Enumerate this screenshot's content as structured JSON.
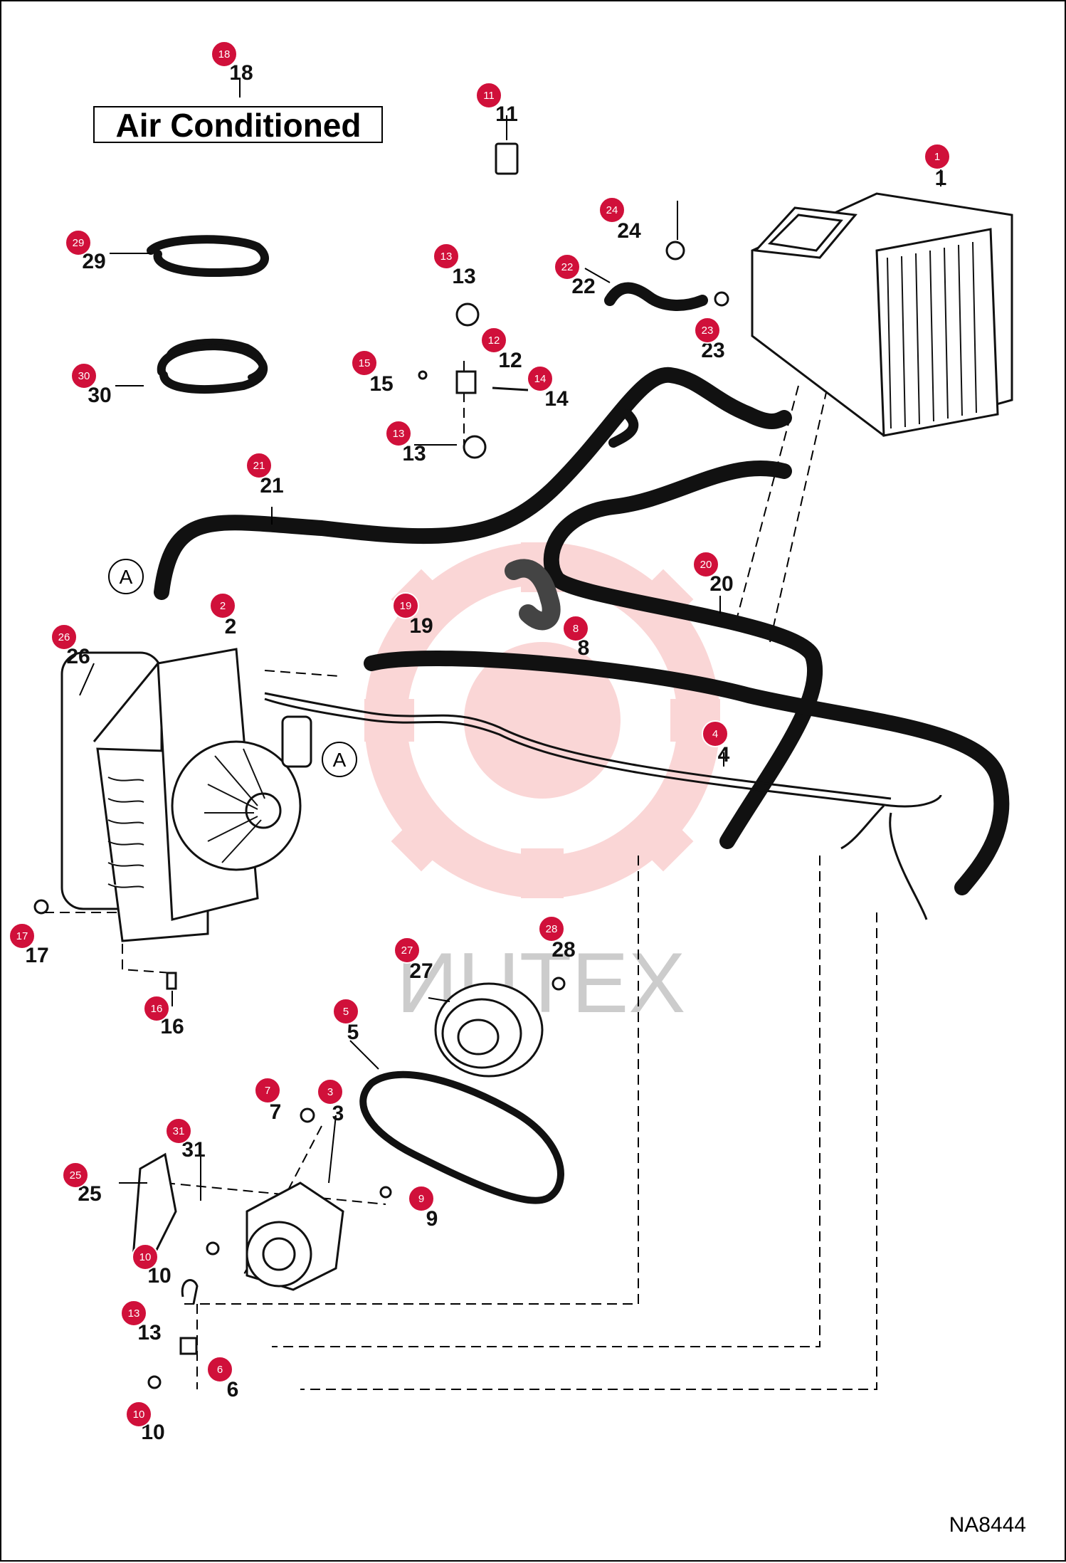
{
  "title": "Air Conditioned",
  "drawing_code": "NA8444",
  "watermark": "ИUTEX",
  "ref_callouts": [
    "A",
    "A"
  ],
  "callouts": [
    {
      "id": "c18",
      "badge": "18",
      "label": "18"
    },
    {
      "id": "c11",
      "badge": "11",
      "label": "11"
    },
    {
      "id": "c1",
      "badge": "1",
      "label": "1"
    },
    {
      "id": "c24",
      "badge": "24",
      "label": "24"
    },
    {
      "id": "c29",
      "badge": "29",
      "label": "29"
    },
    {
      "id": "c13a",
      "badge": "13",
      "label": "13"
    },
    {
      "id": "c22",
      "badge": "22",
      "label": "22"
    },
    {
      "id": "c23",
      "badge": "23",
      "label": "23"
    },
    {
      "id": "c12",
      "badge": "12",
      "label": "12"
    },
    {
      "id": "c30",
      "badge": "30",
      "label": "30"
    },
    {
      "id": "c15",
      "badge": "15",
      "label": "15"
    },
    {
      "id": "c14",
      "badge": "14",
      "label": "14"
    },
    {
      "id": "c13b",
      "badge": "13",
      "label": "13"
    },
    {
      "id": "c21",
      "badge": "21",
      "label": "21"
    },
    {
      "id": "c20",
      "badge": "20",
      "label": "20"
    },
    {
      "id": "c2",
      "badge": "2",
      "label": "2"
    },
    {
      "id": "c19",
      "badge": "19",
      "label": "19"
    },
    {
      "id": "c26",
      "badge": "26",
      "label": "26"
    },
    {
      "id": "c8",
      "badge": "8",
      "label": "8"
    },
    {
      "id": "c4",
      "badge": "4",
      "label": "4"
    },
    {
      "id": "c17",
      "badge": "17",
      "label": "17"
    },
    {
      "id": "c28",
      "badge": "28",
      "label": "28"
    },
    {
      "id": "c27",
      "badge": "27",
      "label": "27"
    },
    {
      "id": "c16",
      "badge": "16",
      "label": "16"
    },
    {
      "id": "c5",
      "badge": "5",
      "label": "5"
    },
    {
      "id": "c7",
      "badge": "7",
      "label": "7"
    },
    {
      "id": "c3",
      "badge": "3",
      "label": "3"
    },
    {
      "id": "c31",
      "badge": "31",
      "label": "31"
    },
    {
      "id": "c25",
      "badge": "25",
      "label": "25"
    },
    {
      "id": "c9",
      "badge": "9",
      "label": "9"
    },
    {
      "id": "c10a",
      "badge": "10",
      "label": "10"
    },
    {
      "id": "c13c",
      "badge": "13",
      "label": "13"
    },
    {
      "id": "c6",
      "badge": "6",
      "label": "6"
    },
    {
      "id": "c10b",
      "badge": "10",
      "label": "10"
    }
  ],
  "colors": {
    "badge": "#d0103a",
    "ink": "#111111",
    "watermark": "#f4a6a6"
  }
}
